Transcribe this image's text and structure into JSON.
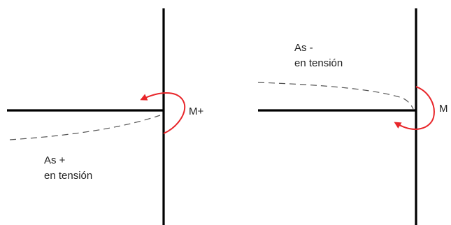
{
  "colors": {
    "structure": "#000000",
    "deflection": "#555555",
    "moment": "#e8262a",
    "text": "#222222"
  },
  "left_joint": {
    "moment_label": "M+",
    "steel_label_line1": "As +",
    "steel_label_line2": "en tensión",
    "moment_direction": "counterclockwise"
  },
  "right_joint": {
    "moment_label": "M",
    "steel_label_line1": "As -",
    "steel_label_line2": "en tensión",
    "moment_direction": "clockwise"
  }
}
